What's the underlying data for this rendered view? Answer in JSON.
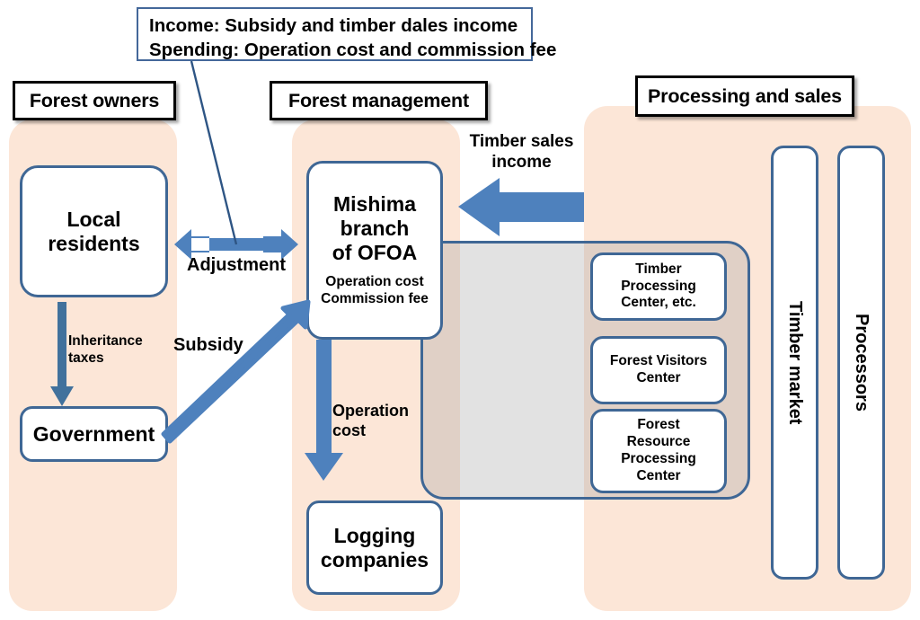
{
  "callout": {
    "line1": "Income: Subsidy and timber dales income",
    "line2": "Spending: Operation cost and commission fee",
    "border_color": "#44689A"
  },
  "sections": [
    {
      "name": "forest-owners",
      "label": "Forest owners"
    },
    {
      "name": "forest-management",
      "label": "Forest management"
    },
    {
      "name": "processing-sales",
      "label": "Processing and sales"
    }
  ],
  "boxes": {
    "local_residents": "Local\nresidents",
    "local_residents_l1": "Local",
    "local_residents_l2": "residents",
    "government": "Government",
    "mishima_l1": "Mishima",
    "mishima_l2": "branch",
    "mishima_l3": "of OFOA",
    "mishima_sub1": "Operation cost",
    "mishima_sub2": "Commission fee",
    "logging_l1": "Logging",
    "logging_l2": "companies",
    "timber_processing": "Timber Processing Center, etc.",
    "timber_processing_l1": "Timber",
    "timber_processing_l2": "Processing",
    "timber_processing_l3": "Center, etc.",
    "forest_visitors_l1": "Forest Visitors",
    "forest_visitors_l2": "Center",
    "forest_resource_l1": "Forest",
    "forest_resource_l2": "Resource",
    "forest_resource_l3": "Processing",
    "forest_resource_l4": "Center",
    "timber_market": "Timber market",
    "processors": "Processors"
  },
  "flow_labels": {
    "adjustment": "Adjustment",
    "inheritance_l1": "Inheritance",
    "inheritance_l2": "taxes",
    "subsidy": "Subsidy",
    "operation_cost_l1": "Operation",
    "operation_cost_l2": "cost",
    "timber_sales_l1": "Timber sales",
    "timber_sales_l2": "income"
  },
  "colors": {
    "panel_fill": "#FCE6D7",
    "box_border": "#3F6795",
    "arrow_blue": "#4E81BD",
    "thin_arrow": "#41719C",
    "gray_group": "rgba(160,160,160,0.30)",
    "header_border": "#000000",
    "callout_border": "#44689A"
  }
}
